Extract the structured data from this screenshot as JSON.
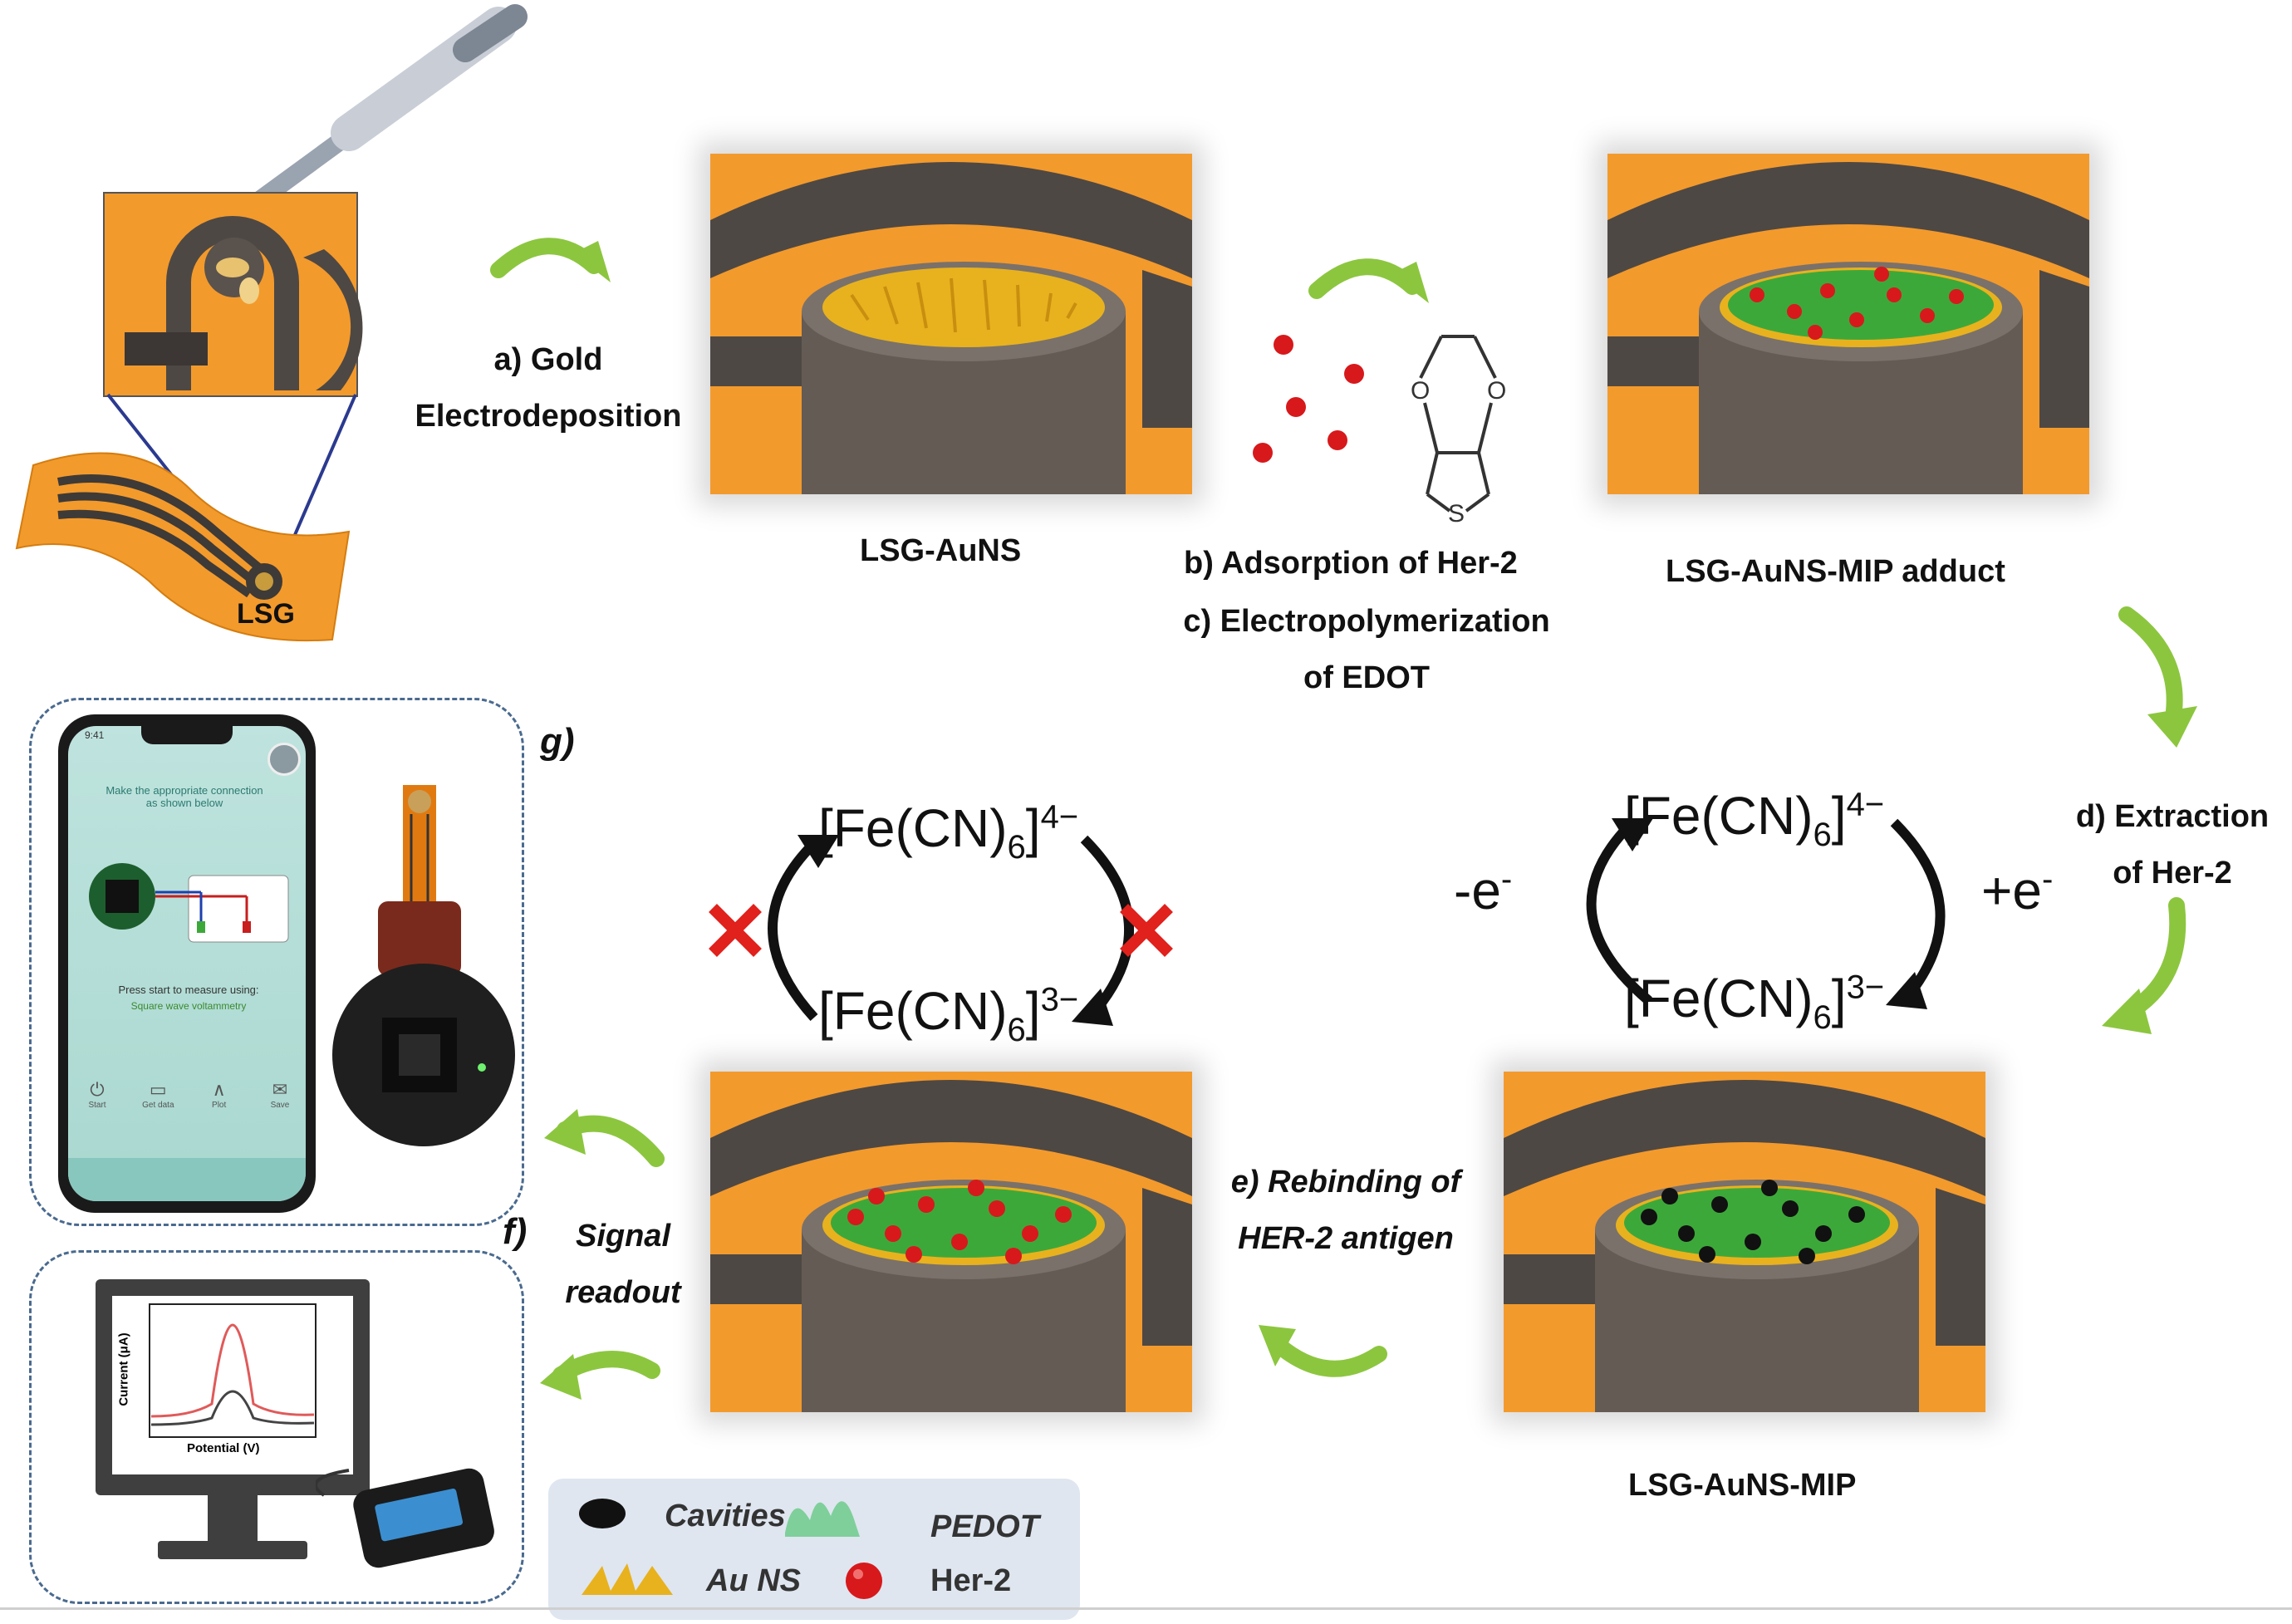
{
  "labels": {
    "lsg": "LSG",
    "step_a_line1": "a) Gold",
    "step_a_line2": "Electrodeposition",
    "lsg_auns": "LSG-AuNS",
    "step_b": "b) Adsorption of Her-2",
    "step_c_line1": "c) Electropolymerization",
    "step_c_line2": "of EDOT",
    "mip_adduct": "LSG-AuNS-MIP adduct",
    "step_d_line1": "d) Extraction",
    "step_d_line2": "of Her-2",
    "lsg_auns_mip": "LSG-AuNS-MIP",
    "step_e_line1": "e) Rebinding of",
    "step_e_line2": "HER-2 antigen",
    "step_f": "f)",
    "step_g": "g)",
    "signal_line1": "Signal",
    "signal_line2": "readout",
    "minus_e": "-e",
    "plus_e": "+e",
    "electron_sup": "-",
    "thiophene_s": "S",
    "ether_o": "O"
  },
  "redox": {
    "fe_base": "[Fe(CN)",
    "sub": "6",
    "close": "]",
    "charge_4": "4−",
    "charge_3": "3−"
  },
  "legend": {
    "cavities": "Cavities",
    "pedot": "PEDOT",
    "au_ns": "Au NS",
    "her2": "Her-2"
  },
  "plot": {
    "ylabel": "Current (μA)",
    "xlabel": "Potential (V)"
  },
  "phone": {
    "status_time": "9:41",
    "instruction": "Make the appropriate connection as shown below",
    "press_start": "Press start to measure using:",
    "method": "Square wave voltammetry",
    "icon_labels": [
      "Start",
      "Get data",
      "Plot",
      "Save"
    ]
  },
  "colors": {
    "orange": "#f39a2c",
    "graphite": "#4e4844",
    "gold": "#e8b21e",
    "pedot_green": "#3da83a",
    "her2_red": "#d7191c",
    "arrow_green": "#8cc63f",
    "dash_blue": "#4a6a8f"
  }
}
